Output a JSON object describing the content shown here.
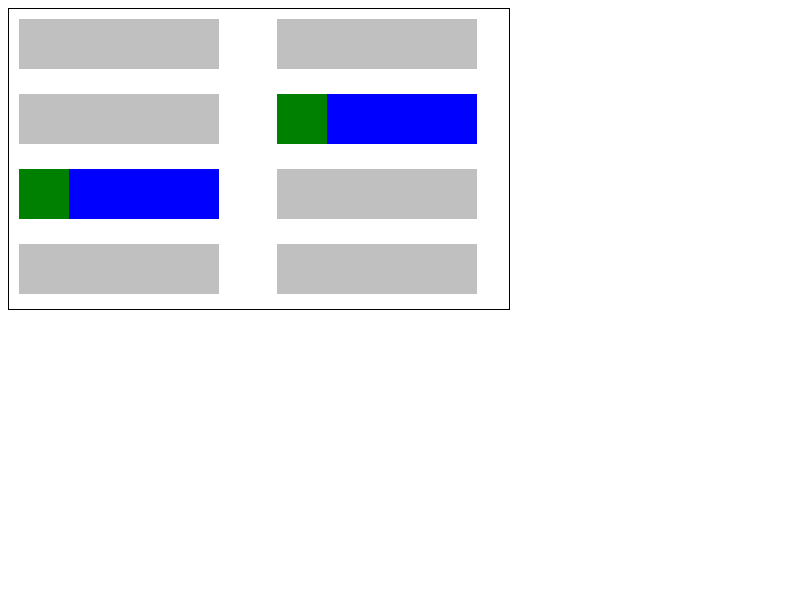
{
  "colors": {
    "empty": "#c0c0c0",
    "fill_a": "#008000",
    "fill_b": "#0000ff",
    "panel_border": "#000000"
  },
  "bars": [
    {
      "row": 0,
      "col": 0,
      "state": "empty",
      "split_fraction": 0.0
    },
    {
      "row": 0,
      "col": 1,
      "state": "empty",
      "split_fraction": 0.0
    },
    {
      "row": 1,
      "col": 0,
      "state": "empty",
      "split_fraction": 0.0
    },
    {
      "row": 1,
      "col": 1,
      "state": "split",
      "split_fraction": 0.25
    },
    {
      "row": 2,
      "col": 0,
      "state": "split",
      "split_fraction": 0.25
    },
    {
      "row": 2,
      "col": 1,
      "state": "empty",
      "split_fraction": 0.0
    },
    {
      "row": 3,
      "col": 0,
      "state": "empty",
      "split_fraction": 0.0
    },
    {
      "row": 3,
      "col": 1,
      "state": "empty",
      "split_fraction": 0.0
    }
  ]
}
